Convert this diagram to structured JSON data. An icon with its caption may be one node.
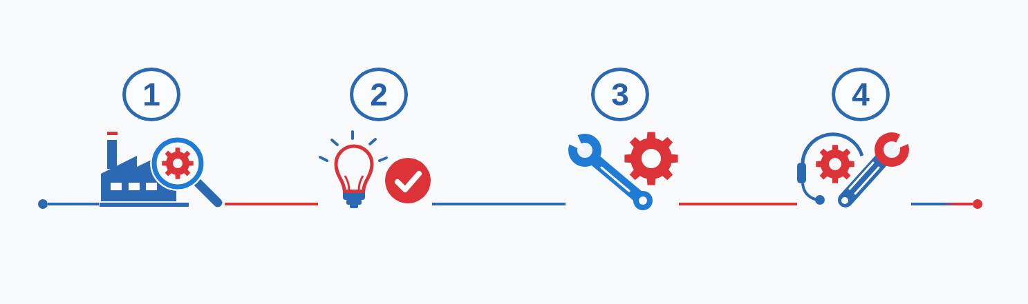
{
  "diagram": {
    "nodes": [
      {
        "text": [],
        "shape": "circle"
      },
      {
        "text": [
          "1"
        ]
      },
      {
        "text": [],
        "shape": "picture"
      },
      {
        "text": [
          "2"
        ]
      },
      {
        "text": [],
        "shape": "picture"
      },
      {
        "text": [
          "3"
        ]
      },
      {
        "text": [],
        "shape": "picture"
      },
      {
        "text": [
          "4"
        ]
      },
      {
        "text": [],
        "shape": "picture"
      },
      {
        "text": [],
        "shape": "circle"
      }
    ],
    "edges": [
      {
        "from": 0,
        "to": 2,
        "arrow": "none"
      },
      {
        "from": 2,
        "to": 4,
        "arrow": "none",
        "color": "#dc3338"
      },
      {
        "from": 4,
        "to": 6,
        "arrow": "none"
      },
      {
        "from": 6,
        "to": 8,
        "arrow": "none",
        "color": "#dc3338"
      },
      {
        "from": 8,
        "to": 9,
        "arrow": "none"
      }
    ]
  }
}
